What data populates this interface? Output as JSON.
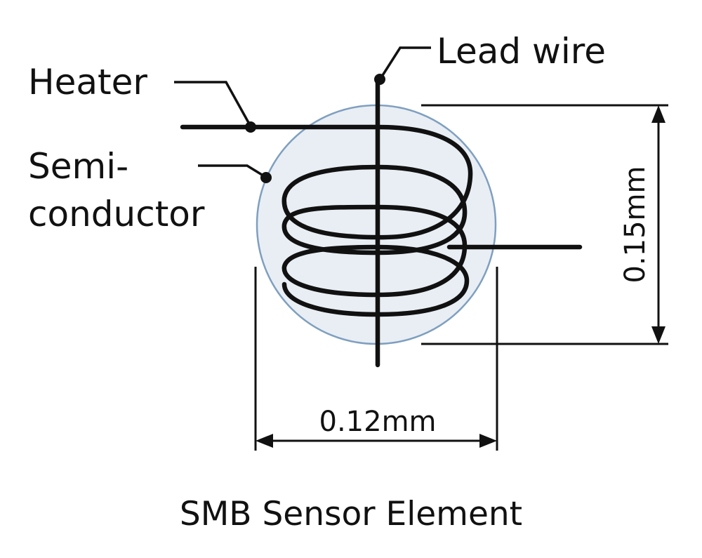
{
  "labels": {
    "heater": "Heater",
    "semiconductor_line1": "Semi-",
    "semiconductor_line2": "conductor",
    "lead_wire": "Lead wire",
    "height_dim": "0.15mm",
    "width_dim": "0.12mm"
  },
  "caption": "SMB Sensor Element",
  "colors": {
    "bead_fill": "#e8eef4",
    "bead_stroke": "#7f9fbf",
    "line": "#111111"
  }
}
